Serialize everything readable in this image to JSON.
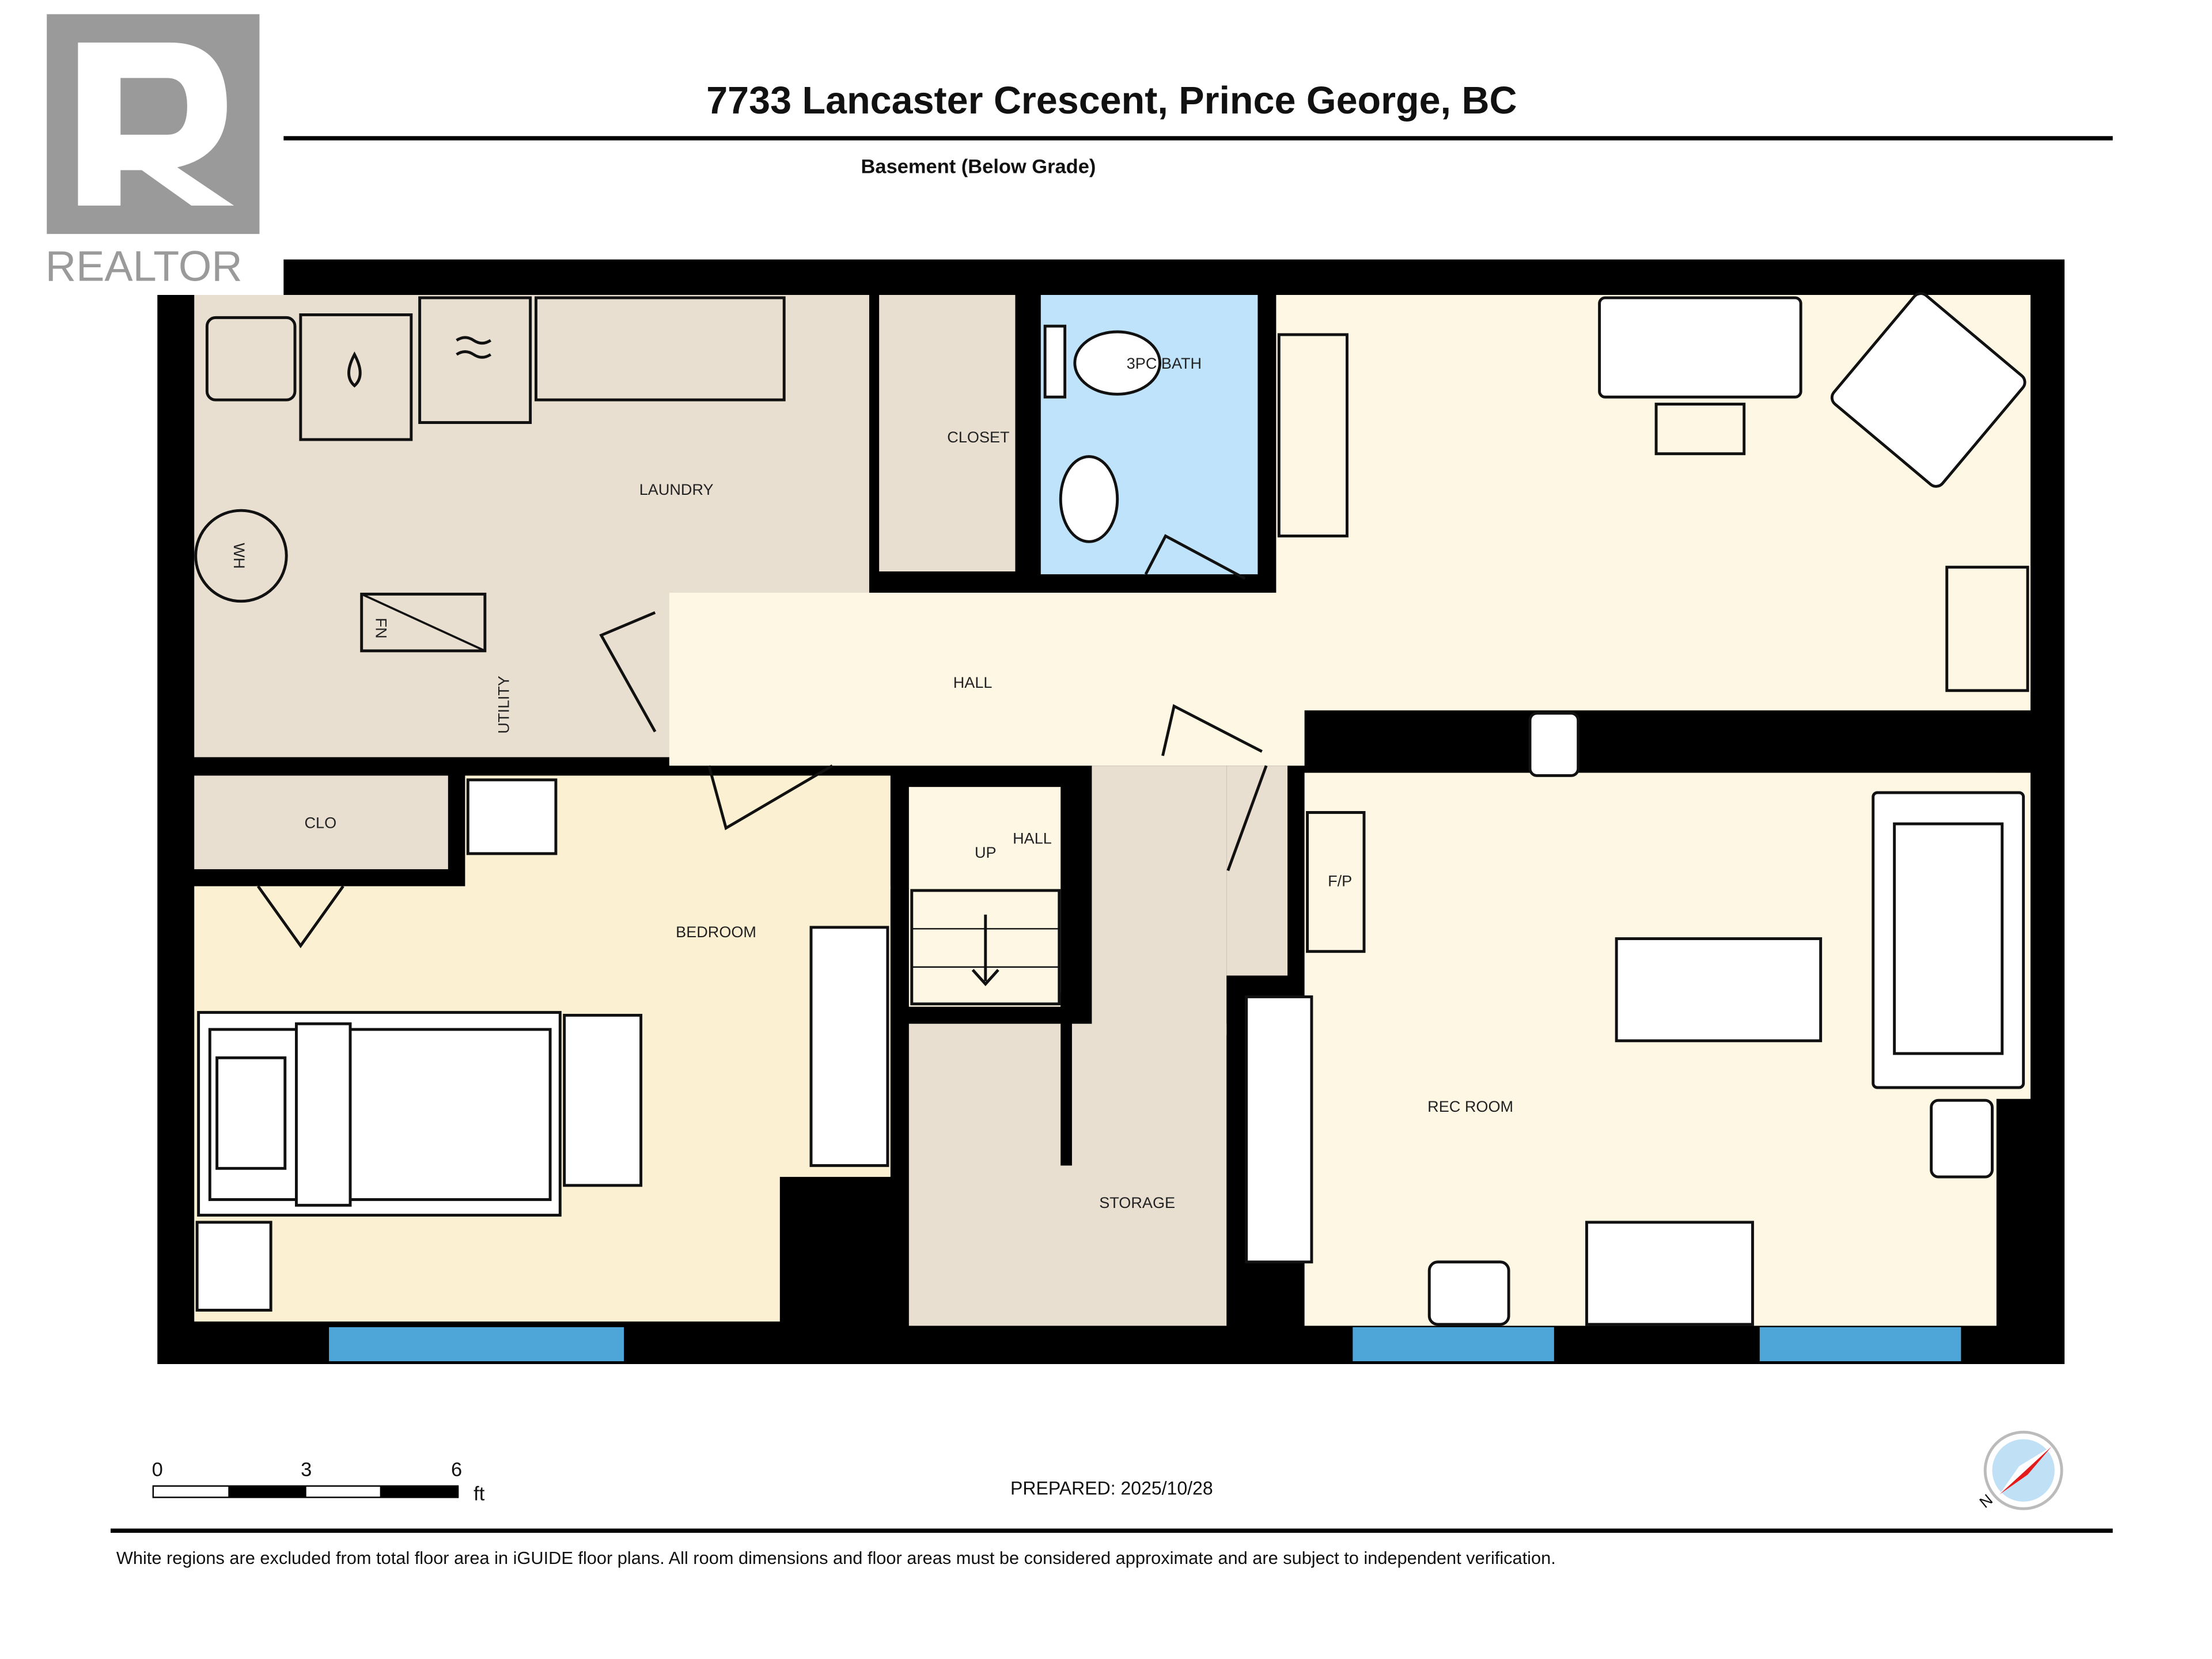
{
  "header": {
    "title": "7733 Lancaster Crescent, Prince George, BC",
    "subtitle": "Basement (Below Grade)",
    "logo_text": "REALTOR"
  },
  "rooms": {
    "laundry": "LAUNDRY",
    "utility": "UTILITY",
    "closet": "CLOSET",
    "bath": "3PC BATH",
    "hall_main": "HALL",
    "hall_stair": "HALL",
    "up": "UP",
    "clo": "CLO",
    "bedroom": "BEDROOM",
    "storage": "STORAGE",
    "rec_room": "REC ROOM",
    "fireplace": "F/P",
    "water_heater": "WH",
    "furnace": "FN"
  },
  "colors": {
    "wall": "#000000",
    "utility_room": "#e8dfd0",
    "bath": "#bfe3fa",
    "living": "#fdf7e4",
    "bedroom": "#fcf0d2",
    "window": "#4ea6d8"
  },
  "scale": {
    "ticks": [
      "0",
      "3",
      "6"
    ],
    "unit": "ft"
  },
  "prepared": "PREPARED: 2025/10/28",
  "compass": {
    "label": "N"
  },
  "footer": "White regions are excluded from total floor area in iGUIDE floor plans. All room dimensions and floor areas must be considered approximate and are subject to independent verification."
}
